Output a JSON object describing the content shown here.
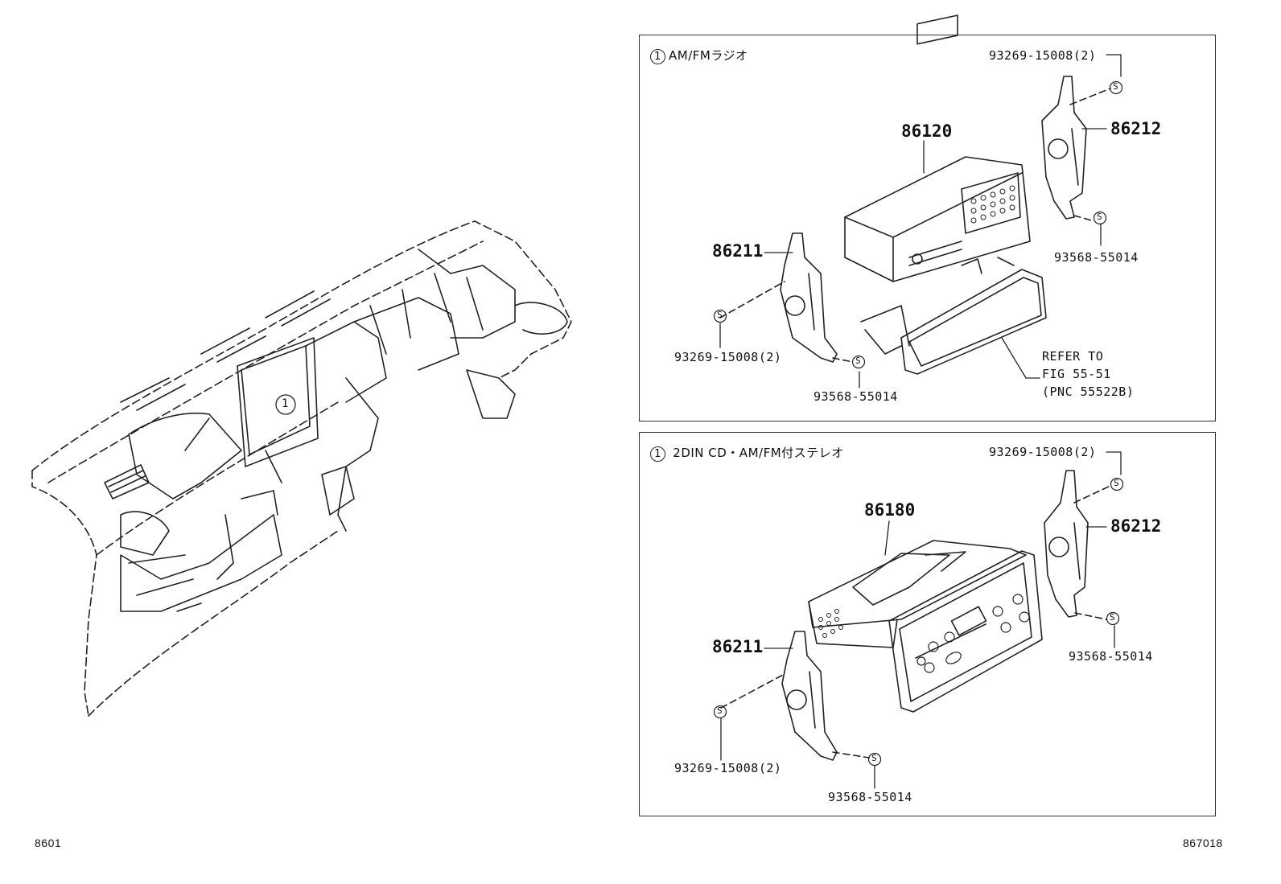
{
  "dashboard": {
    "callout": "1",
    "fig_code_left": "8601",
    "fig_code_right": "867018"
  },
  "panel_top": {
    "callout": "1",
    "title": "AM/FMラジオ",
    "parts": {
      "radio": "86120",
      "bracket_right": "86212",
      "bracket_left": "86211",
      "screw_top": "93269-15008(2)",
      "screw_left": "93269-15008(2)",
      "bolt_right": "93568-55014",
      "bolt_left": "93568-55014"
    },
    "refer": {
      "line1": "REFER TO",
      "line2": "FIG 55-51",
      "line3": "(PNC 55522B)"
    }
  },
  "panel_bottom": {
    "callout": "1",
    "title": "2DIN CD・AM/FM付ステレオ",
    "parts": {
      "stereo": "86180",
      "bracket_right": "86212",
      "bracket_left": "86211",
      "screw_top": "93269-15008(2)",
      "screw_left": "93269-15008(2)",
      "bolt_right": "93568-55014",
      "bolt_left": "93568-55014"
    }
  },
  "icons": {
    "screw_symbol": "S"
  }
}
